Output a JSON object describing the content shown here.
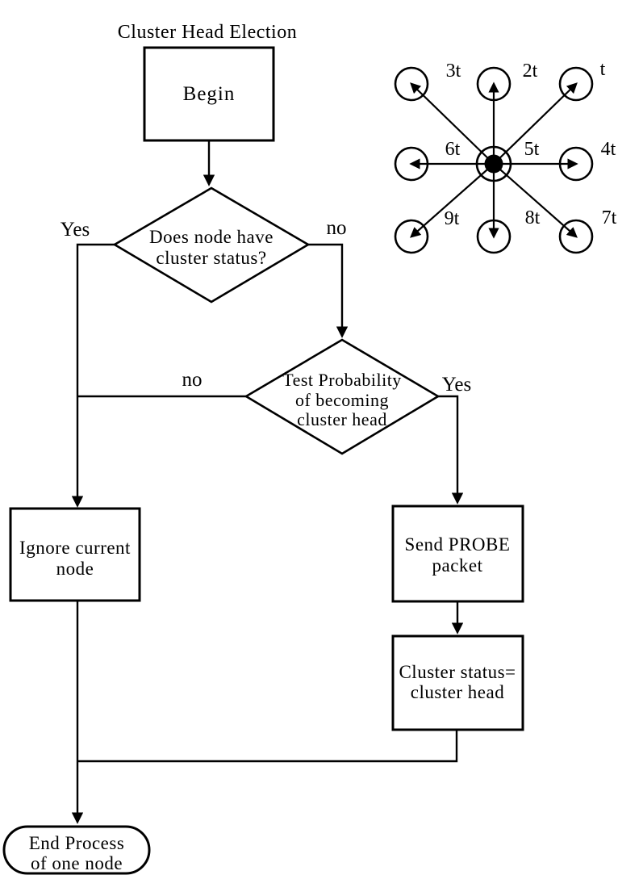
{
  "diagram_title": "Cluster Head Election",
  "colors": {
    "stroke": "#000000",
    "background": "#ffffff",
    "text": "#000000",
    "center_node_fill": "#000000"
  },
  "flowchart": {
    "begin": {
      "label": "Begin"
    },
    "decision_cluster_status": {
      "line1": "Does node have",
      "line2": "cluster status?"
    },
    "decision_probability": {
      "line1": "Test Probability",
      "line2": "of becoming",
      "line3": "cluster head"
    },
    "ignore_node": {
      "line1": "Ignore current",
      "line2": "node"
    },
    "send_probe": {
      "line1": "Send PROBE",
      "line2": "packet"
    },
    "set_cluster_status": {
      "line1": "Cluster status=",
      "line2": "cluster head"
    },
    "end_process": {
      "line1": "End Process",
      "line2": "of one node"
    },
    "branch_labels": {
      "decision1_yes": "Yes",
      "decision1_no": "no",
      "decision2_no": "no",
      "decision2_yes": "Yes"
    }
  },
  "timing_star": {
    "labels": [
      "3t",
      "2t",
      "t",
      "6t",
      "5t",
      "4t",
      "9t",
      "8t",
      "7t"
    ]
  }
}
